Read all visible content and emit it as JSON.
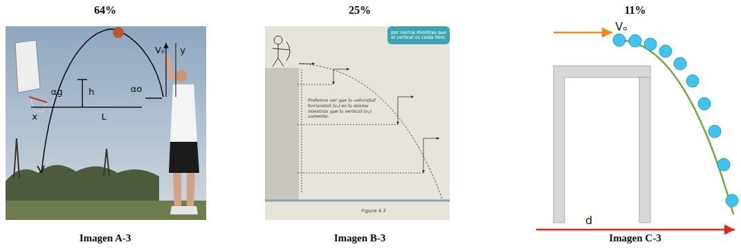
{
  "diagram": {
    "labels": [
      "64%",
      "25%",
      "11%",
      "Imagen A-3",
      "Imagen B-3",
      "Imagen C-3",
      "αg",
      "h",
      "αo",
      "x",
      "L",
      "V₀",
      "y",
      "por inercia mientras que el vertical es caída libre.",
      "Podemos ver que la velocidad horizontal (vₓ) es la misma mientras que la vertical (vᵧ) aumenta.",
      "Figura 4.3",
      "Vₒ",
      "d"
    ]
  }
}
